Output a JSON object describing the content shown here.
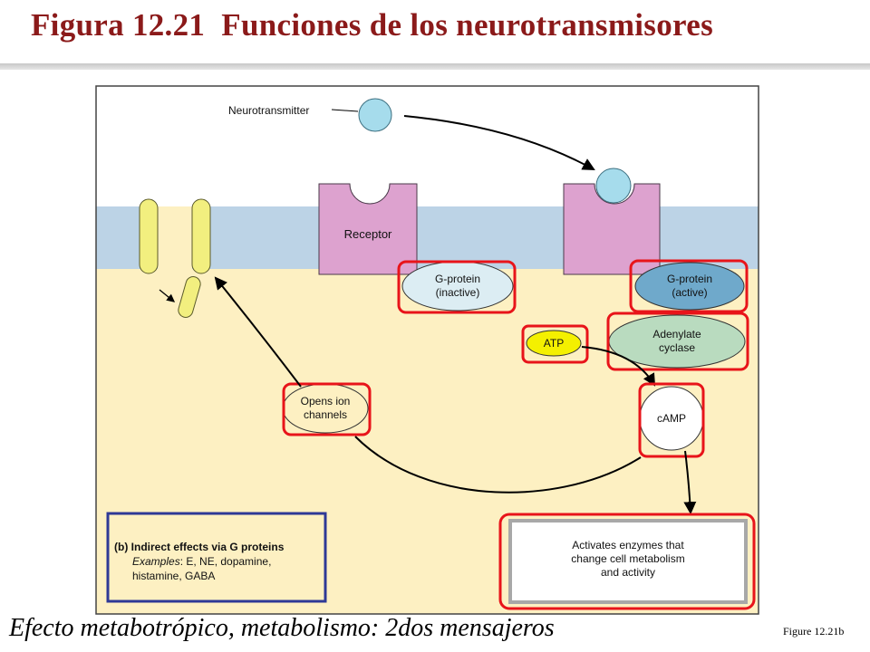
{
  "slide": {
    "title": "Figura 12.21  Funciones de los neurotransmisores",
    "caption": "Efecto metabotrópico, metabolismo: 2dos mensajeros",
    "figure_ref": "Figure 12.21b"
  },
  "diagram": {
    "neurotransmitter_label": "Neurotransmitter",
    "receptor_label": "Receptor",
    "gprotein_inactive": [
      "G-protein",
      "(inactive)"
    ],
    "gprotein_active": [
      "G-protein",
      "(active)"
    ],
    "adenylate_cyclase": [
      "Adenylate",
      "cyclase"
    ],
    "atp": "ATP",
    "camp": "cAMP",
    "ion_channels": [
      "Opens ion",
      "channels"
    ],
    "enzymes": [
      "Activates enzymes that",
      "change cell metabolism",
      "and activity"
    ],
    "legend": {
      "heading": "(b) Indirect effects via G proteins",
      "examples_label": "Examples",
      "examples_rest": ": E, NE, dopamine,",
      "examples_line2": "histamine, GABA"
    }
  },
  "colors": {
    "title": "#8b1a1a",
    "extracellular": "#ffffff",
    "membrane": "#bcd3e6",
    "cytoplasm": "#fdf0c2",
    "receptor": "#dda2cf",
    "neurotransmitter": "#a6dcec",
    "gprotein_inactive": "#dcedf3",
    "gprotein_active": "#6fa9cb",
    "adenylate_cyclase": "#b9dbbf",
    "atp": "#f4f000",
    "channel": "#f2ef7f",
    "highlight": "#e8141a",
    "legend_border": "#2e3996"
  }
}
